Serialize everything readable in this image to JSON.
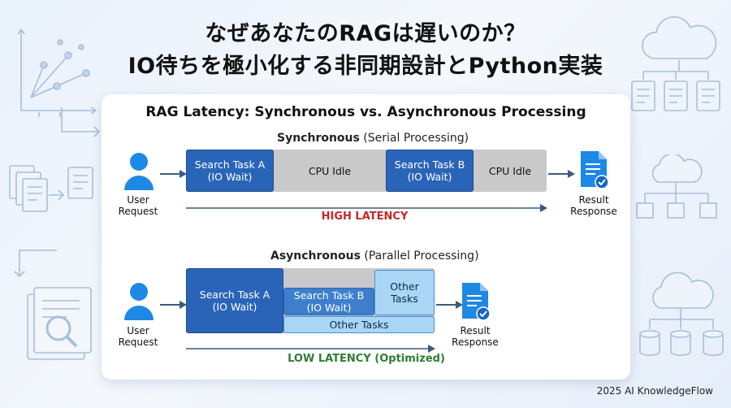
{
  "header": {
    "title_line1": "なぜあなたのRAGは遅いのか？",
    "title_line2": "IO待ちを極小化する非同期設計とPython実装"
  },
  "diagram": {
    "title": "RAG Latency: Synchronous vs. Asynchronous Processing",
    "sync": {
      "heading_bold": "Synchronous",
      "heading_rest": " (Serial Processing)",
      "user_label_1": "User",
      "user_label_2": "Request",
      "task_a_1": "Search Task A",
      "task_a_2": "(IO Wait)",
      "idle_1": "CPU Idle",
      "task_b_1": "Search Task B",
      "task_b_2": "(IO Wait)",
      "idle_2": "CPU Idle",
      "result_1": "Result",
      "result_2": "Response",
      "latency": "HIGH LATENCY"
    },
    "async": {
      "heading_bold": "Asynchronous",
      "heading_rest": " (Parallel Processing)",
      "user_label_1": "User",
      "user_label_2": "Request",
      "task_a_1": "Search Task A",
      "task_a_2": "(IO Wait)",
      "task_b_1": "Search Task B",
      "task_b_2": "(IO Wait)",
      "other_1": "Other",
      "other_2": "Tasks",
      "other_bar": "Other Tasks",
      "result_1": "Result",
      "result_2": "Response",
      "latency": "LOW LATENCY (Optimized)"
    }
  },
  "footer": {
    "credit": "2025 AI KnowledgeFlow"
  },
  "colors": {
    "task_dark": "#2a64b8",
    "task_light": "#a9d6f5",
    "idle_gray": "#c9c9c9",
    "high_latency": "#c62828",
    "low_latency": "#2e7d32",
    "icon_blue": "#1e88e5"
  },
  "icons": [
    "user-icon",
    "document-check-icon",
    "cloud-icon",
    "scatter-plot-icon",
    "magnifier-document-icon",
    "database-icon",
    "flowchart-icon"
  ]
}
